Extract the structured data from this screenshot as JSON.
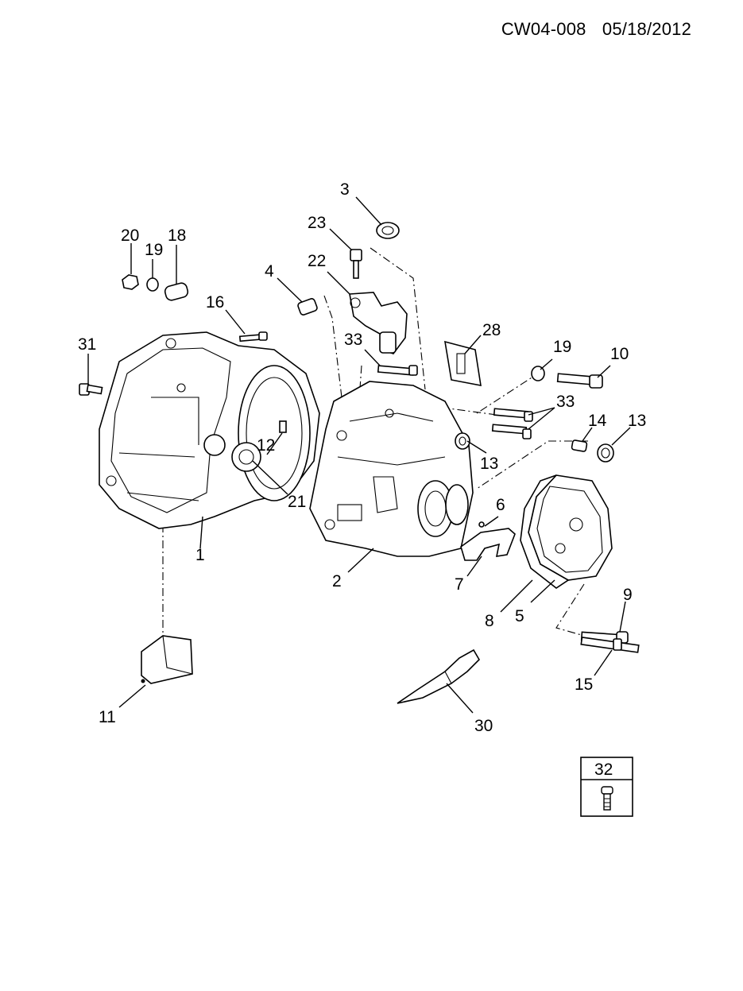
{
  "header": {
    "code": "CW04-008",
    "date": "05/18/2012"
  },
  "labels": {
    "p1": "1",
    "p2": "2",
    "p3": "3",
    "p4": "4",
    "p5": "5",
    "p6": "6",
    "p7": "7",
    "p8": "8",
    "p9": "9",
    "p10": "10",
    "p11": "11",
    "p12": "12",
    "p13a": "13",
    "p13b": "13",
    "p14": "14",
    "p15": "15",
    "p16": "16",
    "p18": "18",
    "p19a": "19",
    "p19b": "19",
    "p20": "20",
    "p21": "21",
    "p22": "22",
    "p23": "23",
    "p28": "28",
    "p30": "30",
    "p31": "31",
    "p33a": "33",
    "p33b": "33"
  },
  "legend": {
    "number": "32",
    "icon": "bolt-icon"
  }
}
